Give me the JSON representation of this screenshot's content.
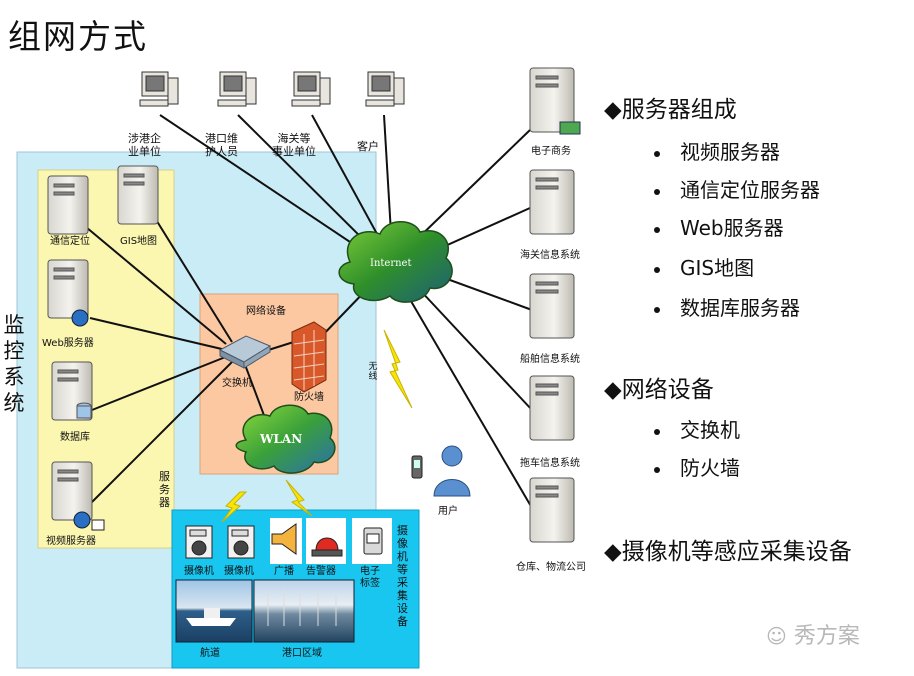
{
  "page_title": "组网方式",
  "diagram": {
    "clients": [
      {
        "label": "涉港企\n业单位"
      },
      {
        "label": "港口维\n护人员"
      },
      {
        "label": "海关等\n事业单位"
      },
      {
        "label": "客户"
      }
    ],
    "internet_label": "Internet",
    "monitor_system_label": "监控系统",
    "server_zone_label": "服务器",
    "servers_left": [
      {
        "label": "通信定位"
      },
      {
        "label": "GIS地图"
      },
      {
        "label": "Web服务器"
      },
      {
        "label": "数据库"
      },
      {
        "label": "视频服务器"
      }
    ],
    "network_zone_title": "网络设备",
    "switch_label": "交换机",
    "firewall_label": "防火墙",
    "wlan_label": "WLAN",
    "wireless_label": "无线",
    "user_label": "用户",
    "external_servers": [
      {
        "label": "电子商务"
      },
      {
        "label": "海关信息系统"
      },
      {
        "label": "船舶信息系统"
      },
      {
        "label": "拖车信息系统"
      },
      {
        "label": "仓库、物流公司"
      }
    ],
    "devices_zone_label": "摄像机等采集设备",
    "devices": [
      {
        "label": "摄像机"
      },
      {
        "label": "摄像机"
      },
      {
        "label": "广播"
      },
      {
        "label": "告警器"
      },
      {
        "label": "电子\n标签"
      }
    ],
    "photos": [
      {
        "label": "航道"
      },
      {
        "label": "港口区域"
      }
    ]
  },
  "composition": {
    "groups": [
      {
        "heading": "服务器组成",
        "items": [
          "视频服务器",
          "通信定位服务器",
          "Web服务器",
          "GIS地图",
          "数据库服务器"
        ]
      },
      {
        "heading": "网络设备",
        "items": [
          "交换机",
          "防火墙"
        ]
      },
      {
        "heading": "摄像机等感应采集设备",
        "items": []
      }
    ]
  },
  "watermark": "秀方案",
  "colors": {
    "monitor_zone": "#c9ecf6",
    "server_zone": "#fbf6b0",
    "network_zone": "#fbc8a2",
    "devices_zone": "#19c6f0",
    "cloud": "#3f9b28",
    "bolt": "#f6e40a",
    "firewall": "#d9582a"
  }
}
